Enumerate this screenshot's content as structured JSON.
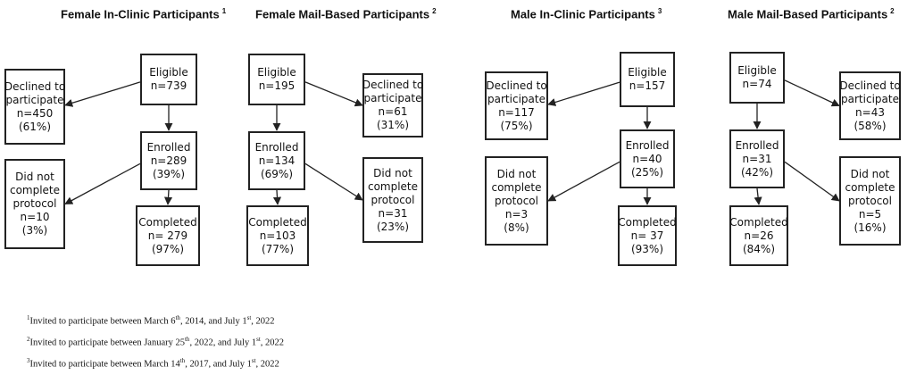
{
  "panels": [
    {
      "title": "Female In-Clinic Participants",
      "note": "1",
      "eligible": [
        "Eligible",
        "n=739"
      ],
      "declined": [
        "Declined to",
        "participate",
        "n=450",
        "(61%)"
      ],
      "enrolled": [
        "Enrolled",
        "n=289",
        "(39%)"
      ],
      "not_complete": [
        "Did not",
        "complete",
        "protocol",
        "n=10",
        "(3%)"
      ],
      "completed": [
        "Completed",
        "n= 279",
        "(97%)"
      ]
    },
    {
      "title": "Female Mail-Based Participants",
      "note": "2",
      "eligible": [
        "Eligible",
        "n=195"
      ],
      "declined": [
        "Declined to",
        "participate",
        "n=61",
        "(31%)"
      ],
      "enrolled": [
        "Enrolled",
        "n=134",
        "(69%)"
      ],
      "not_complete": [
        "Did not",
        "complete",
        "protocol",
        "n=31",
        "(23%)"
      ],
      "completed": [
        "Completed",
        "n=103",
        "(77%)"
      ]
    },
    {
      "title": "Male In-Clinic Participants",
      "note": "3",
      "eligible": [
        "Eligible",
        "n=157"
      ],
      "declined": [
        "Declined to",
        "participate",
        "n=117",
        "(75%)"
      ],
      "enrolled": [
        "Enrolled",
        "n=40",
        "(25%)"
      ],
      "not_complete": [
        "Did not",
        "complete",
        "protocol",
        "n=3",
        "(8%)"
      ],
      "completed": [
        "Completed",
        "n= 37",
        "(93%)"
      ]
    },
    {
      "title": "Male Mail-Based Participants",
      "note": "2",
      "eligible": [
        "Eligible",
        "n=74"
      ],
      "declined": [
        "Declined to",
        "participate",
        "n=43",
        "(58%)"
      ],
      "enrolled": [
        "Enrolled",
        "n=31",
        "(42%)"
      ],
      "not_complete": [
        "Did not",
        "complete",
        "protocol",
        "n=5",
        "(16%)"
      ],
      "completed": [
        "Completed",
        "n=26",
        "(84%)"
      ]
    }
  ],
  "footnotes": [
    {
      "mark": "1",
      "pre": "Invited to participate between March 6",
      "s1": "th",
      "mid": ", 2014, and July 1",
      "s2": "st",
      "post": ", 2022"
    },
    {
      "mark": "2",
      "pre": "Invited to participate between January 25",
      "s1": "th",
      "mid": ", 2022, and July 1",
      "s2": "st",
      "post": ", 2022"
    },
    {
      "mark": "3",
      "pre": "Invited to participate between March 14",
      "s1": "th",
      "mid": ", 2017, and July 1",
      "s2": "st",
      "post": ", 2022"
    }
  ]
}
